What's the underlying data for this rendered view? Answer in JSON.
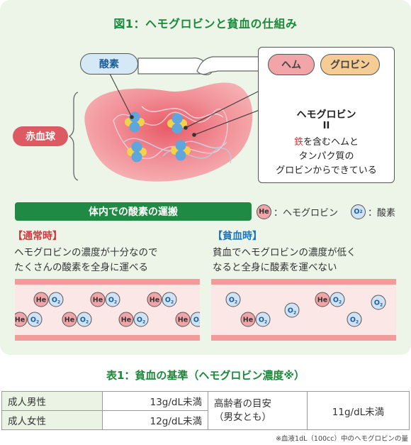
{
  "figure": {
    "title": "図1：ヘモグロビンと貧血の仕組み",
    "label_oxygen": "酸素",
    "label_rbc": "赤血球",
    "label_heme": "ヘム",
    "label_globin": "グロビン",
    "info": {
      "heading": "ヘモグロビン",
      "equals": "II",
      "iron": "鉄",
      "line1_rest": "を含むヘムと",
      "line2": "タンパク質の",
      "line3": "グロビンからできている"
    },
    "colors": {
      "green": "#1a8a3a",
      "red_accent": "#d2393f",
      "blue_accent": "#1f75be"
    }
  },
  "transport": {
    "title": "体内での酸素の運搬",
    "legend": [
      {
        "symbol": "He",
        "text": "：ヘモグロビン"
      },
      {
        "symbol": "O2",
        "text": "：酸素"
      }
    ],
    "normal": {
      "heading": "【通常時】",
      "desc_lines": [
        "ヘモグロビンの濃度が十分なので",
        "たくさんの酸素を全身に運べる"
      ]
    },
    "anemia": {
      "heading": "【貧血時】",
      "desc_lines": [
        "貧血でヘモグロビンの濃度が低く",
        "なると全身に酸素を運べない"
      ]
    },
    "chip_he": "He",
    "chip_o": "O",
    "chip_o_sub": "2"
  },
  "table": {
    "title": "表1：貧血の基準（ヘモグロビン濃度※）",
    "rows": [
      {
        "label": "成人男性",
        "value": "13g/dL未満"
      },
      {
        "label": "成人女性",
        "value": "12g/dL未満"
      }
    ],
    "elderly_label_line1": "高齢者の目安",
    "elderly_label_line2": "（男女とも）",
    "elderly_value": "11g/dL未満",
    "footnote": "※血液1dL（100cc）中のヘモグロビンの量"
  }
}
